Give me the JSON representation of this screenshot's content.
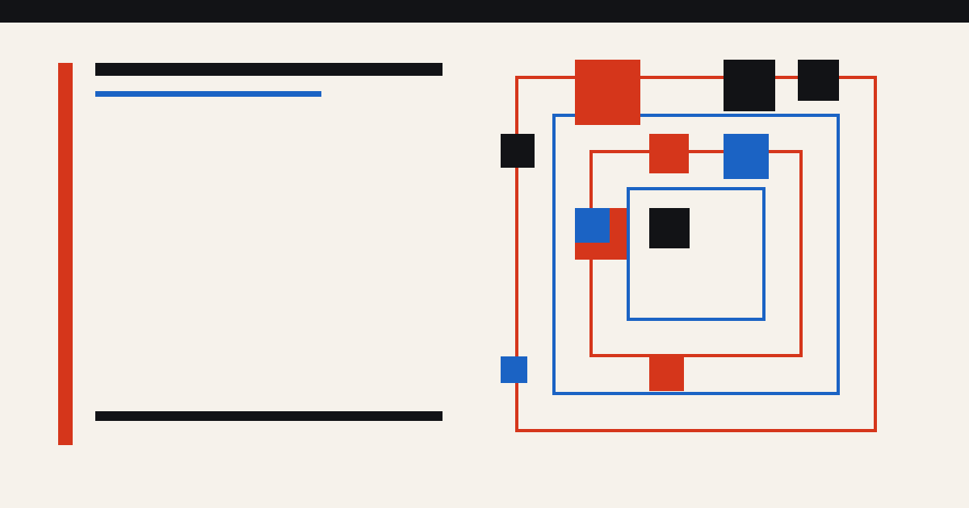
{
  "palette": {
    "background": "#f6f2eb",
    "ink": "#121316",
    "red": "#d5361b",
    "blue": "#1b63c4"
  },
  "composition": {
    "frames": [
      "red",
      "blue",
      "red",
      "blue"
    ],
    "blocks": [
      "red",
      "black",
      "black",
      "black",
      "red",
      "blue",
      "blue",
      "red",
      "black",
      "blue",
      "red"
    ]
  }
}
